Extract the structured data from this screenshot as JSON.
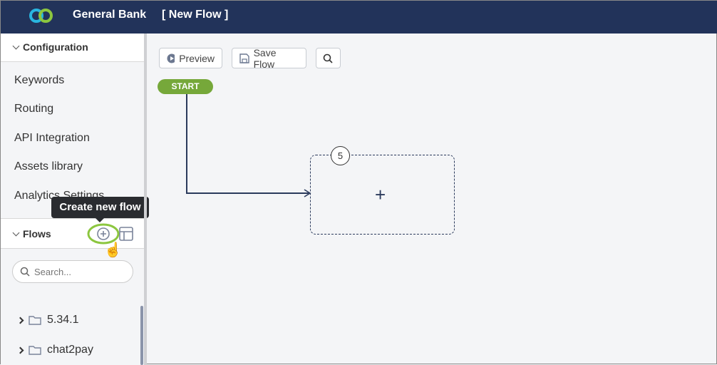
{
  "header": {
    "brand": "General Bank",
    "flow_name": "[ New Flow ]"
  },
  "sidebar": {
    "configuration_label": "Configuration",
    "items": [
      {
        "label": "Keywords"
      },
      {
        "label": "Routing"
      },
      {
        "label": "API Integration"
      },
      {
        "label": "Assets library"
      },
      {
        "label": "Analytics Settings"
      }
    ],
    "flows_label": "Flows",
    "tooltip": "Create new flow",
    "search_placeholder": "Search...",
    "folders": [
      {
        "label": "5.34.1"
      },
      {
        "label": "chat2pay"
      }
    ]
  },
  "toolbar": {
    "preview": "Preview",
    "save": "Save Flow"
  },
  "canvas": {
    "start": "START",
    "node_number": "5",
    "node_plus": "+"
  },
  "colors": {
    "header": "#22335a",
    "start": "#76a83a",
    "highlight": "#8cc63f"
  }
}
